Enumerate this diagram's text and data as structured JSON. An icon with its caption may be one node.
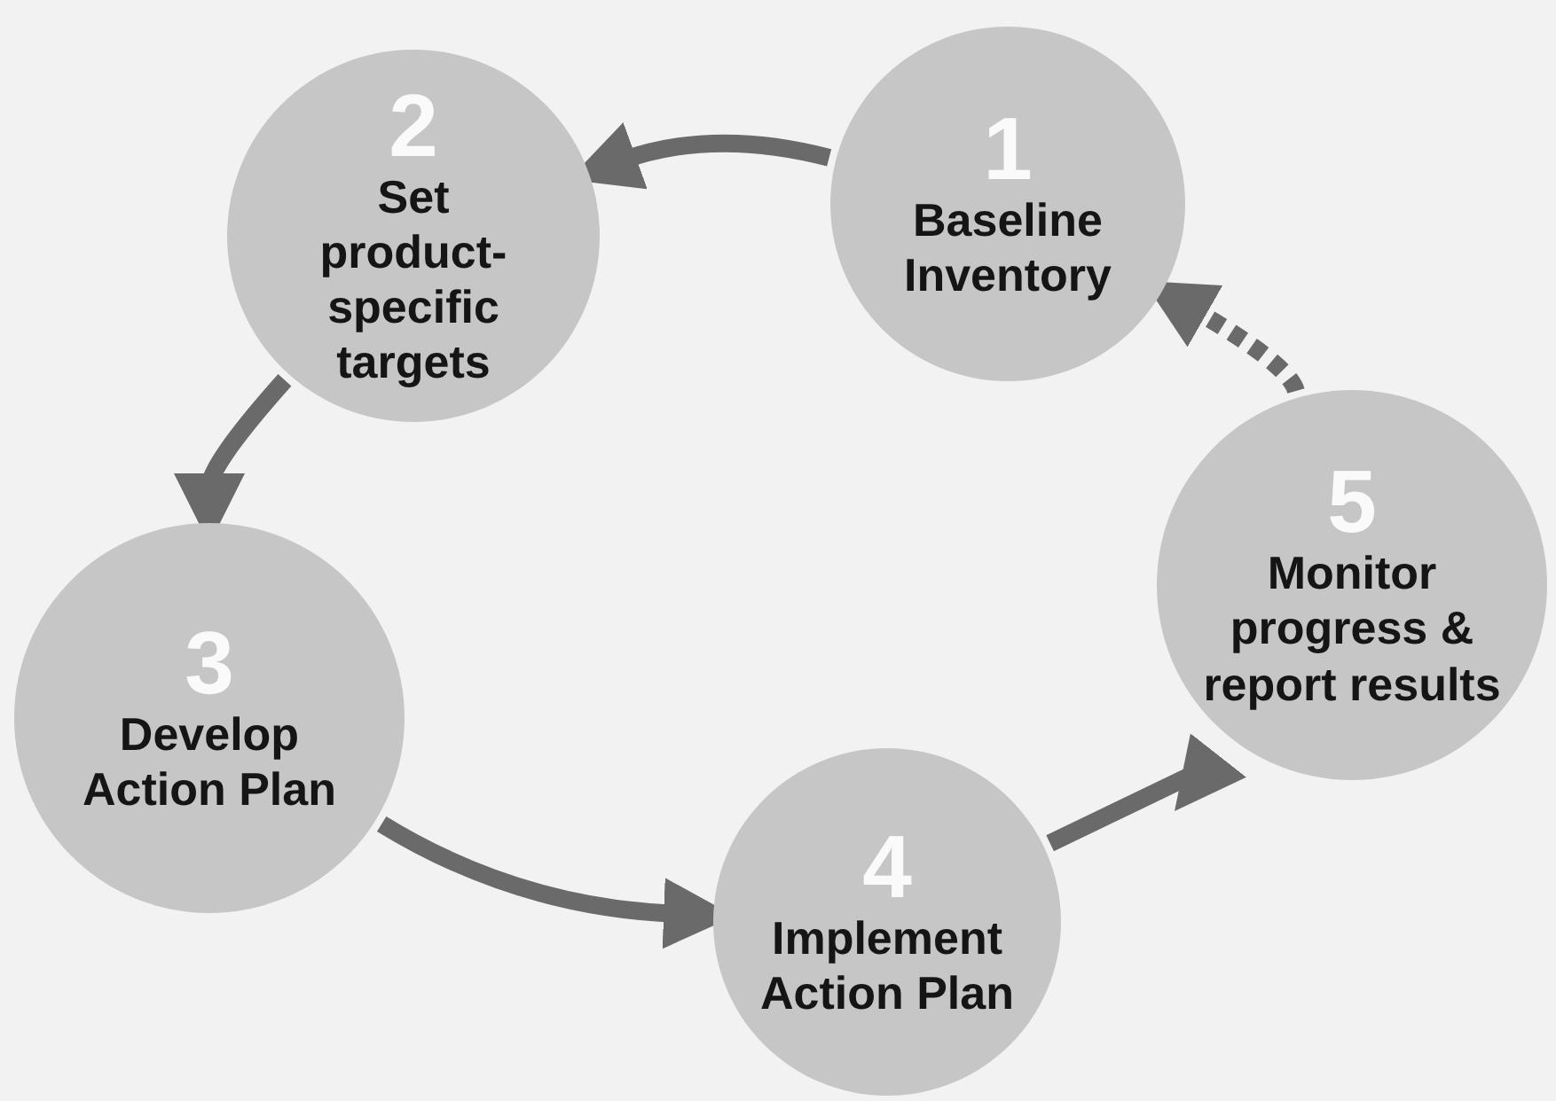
{
  "diagram": {
    "nodes": [
      {
        "text": [
          "1",
          "Baseline Inventory"
        ]
      },
      {
        "text": [
          "2",
          "Set product-specific targets"
        ]
      },
      {
        "text": [
          "3",
          "Develop Action Plan"
        ]
      },
      {
        "text": [
          "4",
          "Implement Action Plan"
        ]
      },
      {
        "text": [
          "5",
          "Monitor progress & report results"
        ]
      }
    ],
    "edges": [
      {
        "from": 0,
        "to": 1,
        "arrow": "to"
      },
      {
        "from": 1,
        "to": 2,
        "arrow": "to"
      },
      {
        "from": 2,
        "to": 3,
        "arrow": "to"
      },
      {
        "from": 3,
        "to": 4,
        "arrow": "to"
      },
      {
        "from": 4,
        "to": 0,
        "arrow": "to",
        "style": "dashed"
      }
    ]
  }
}
